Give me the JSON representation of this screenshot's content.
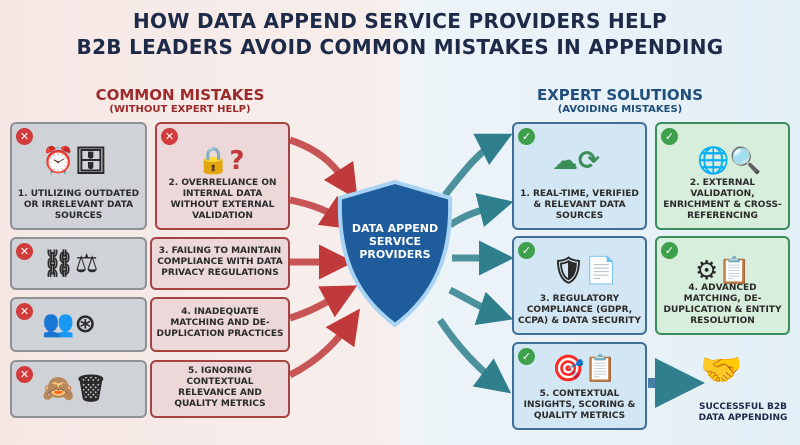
{
  "title": {
    "line1": "HOW DATA APPEND SERVICE PROVIDERS HELP",
    "line2": "B2B LEADERS AVOID COMMON MISTAKES IN APPENDING"
  },
  "left": {
    "heading": "COMMON MISTAKES",
    "subheading": "(WITHOUT EXPERT HELP)",
    "items": [
      "1. UTILIZING OUTDATED OR IRRELEVANT DATA SOURCES",
      "2. OVERRELIANCE ON INTERNAL DATA WITHOUT EXTERNAL VALIDATION",
      "3. FAILING TO MAINTAIN COMPLIANCE WITH DATA PRIVACY REGULATIONS",
      "4. INADEQUATE MATCHING AND DE-DUPLICATION PRACTICES",
      "5. IGNORING CONTEXTUAL RELEVANCE AND QUALITY METRICS"
    ]
  },
  "center": {
    "label": "DATA APPEND SERVICE PROVIDERS"
  },
  "right": {
    "heading": "EXPERT SOLUTIONS",
    "subheading": "(AVOIDING MISTAKES)",
    "items": [
      "1. REAL-TIME, VERIFIED & RELEVANT DATA SOURCES",
      "2. EXTERNAL VALIDATION, ENRICHMENT & CROSS-REFERENCING",
      "3. REGULATORY COMPLIANCE (GDPR, CCPA) & DATA SECURITY",
      "4. ADVANCED MATCHING, DE-DUPLICATION & ENTITY RESOLUTION",
      "5. CONTEXTUAL INSIGHTS, SCORING & QUALITY METRICS"
    ],
    "outcome": "SUCCESSFUL B2B DATA APPENDING"
  },
  "colors": {
    "mistake": "#9b2b2b",
    "solution": "#1f4f7a",
    "title": "#1d2a48"
  }
}
